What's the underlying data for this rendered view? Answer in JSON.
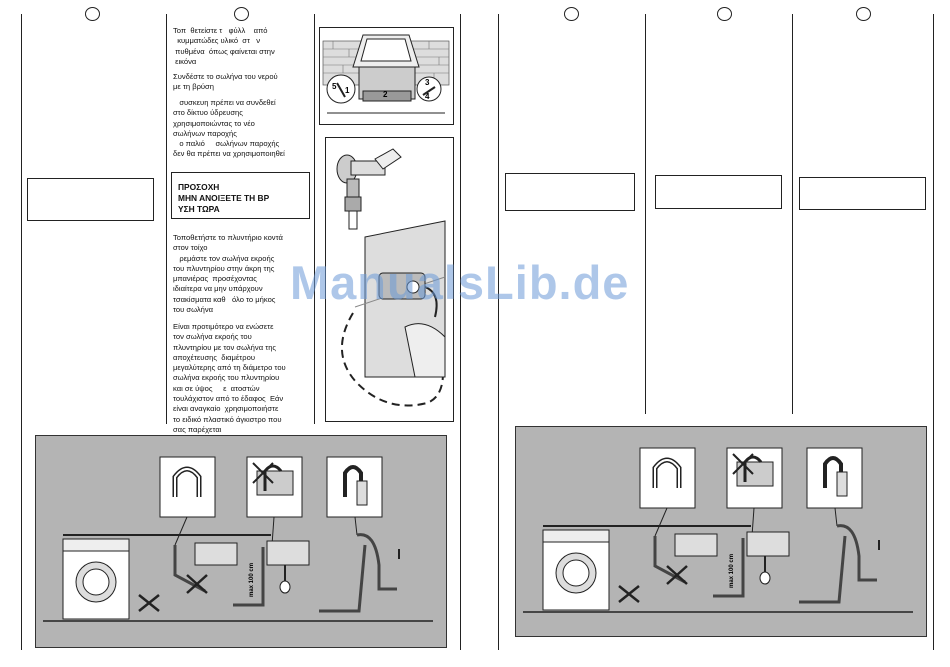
{
  "left_page": {
    "paragraphs": [
      "Τοπ  θετείστε τ   φύλλ    από\n  κυμματώδες υλικό  στ   ν\n πυθμένα  όπως φαίνεται στην\n εικόνα",
      "Συνδέστε το σωλήνα του νερού\nμε τη βρύση",
      "   συσκευη πρέπει να συνδεθεί\nστο δίκτυο ύδρευσης\nχρησιμοποιώντας το νέο\nσωλήνων παροχής\n   ο παλιό     σωλήνων παροχής\nδεν θα πρέπει να χρησιμοποιηθεί",
      "Τοποθετήστε το πλυντήριο κοντά\nστον τοίχο\n   ρεμάστε τον σωλήνα εκροής\nτου πλυντηρίου στην άκρη της\nμπανιέρας  προσέχοντας\nιδιαίτερα να μην υπάρχουν\nτσακίσματα καθ   όλο το μήκος\nτου σωλήνα",
      "Είναι προτιμότερο να ενώσετε\nτον σωλήνα εκροής του\nπλυντηρίου με τον σωλήνα της\nαποχέτευσης  διαμέτρου\nμεγαλύτερης από τη διάμετρο του\nσωλήνα εκροής του πλυντηρίου\nκαι σε ύψος     ε  ατοστών\nτουλάχιστον από το έδαφος  Εάν\nείναι αναγκαίο  χρησιμοποιήστε\nτο ειδικό πλαστικό άγκιστρο που\nσας παρέχεται"
    ],
    "warning": "ΠΡΟΣΟΧΗ\nΜΗΝ ΑΝΟΙΞΕΤΕ ΤΗ ΒΡ\nΥΣΗ ΤΩΡΑ",
    "figure_labels": {
      "one": "1",
      "two": "2",
      "three": "3",
      "four": "4",
      "five": "5"
    },
    "max_label": "max 100 cm"
  },
  "right_page": {
    "max_label": "max 100 cm"
  },
  "watermark": "ManualsLib.de"
}
